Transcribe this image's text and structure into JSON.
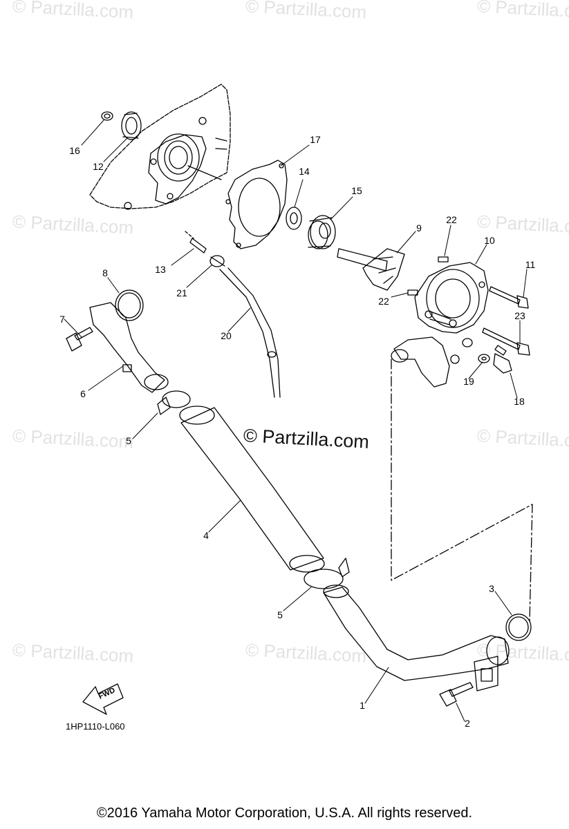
{
  "watermark": {
    "text": "© Partzilla.com",
    "main_text": "© Partzilla.com"
  },
  "callouts": [
    {
      "id": "16",
      "label": "16"
    },
    {
      "id": "12",
      "label": "12"
    },
    {
      "id": "17",
      "label": "17"
    },
    {
      "id": "14",
      "label": "14"
    },
    {
      "id": "15",
      "label": "15"
    },
    {
      "id": "9",
      "label": "9"
    },
    {
      "id": "22a",
      "label": "22"
    },
    {
      "id": "10",
      "label": "10"
    },
    {
      "id": "11",
      "label": "11"
    },
    {
      "id": "13",
      "label": "13"
    },
    {
      "id": "8",
      "label": "8"
    },
    {
      "id": "21",
      "label": "21"
    },
    {
      "id": "22b",
      "label": "22"
    },
    {
      "id": "23",
      "label": "23"
    },
    {
      "id": "7",
      "label": "7"
    },
    {
      "id": "20",
      "label": "20"
    },
    {
      "id": "6",
      "label": "6"
    },
    {
      "id": "19",
      "label": "19"
    },
    {
      "id": "18",
      "label": "18"
    },
    {
      "id": "5a",
      "label": "5"
    },
    {
      "id": "4",
      "label": "4"
    },
    {
      "id": "3",
      "label": "3"
    },
    {
      "id": "5b",
      "label": "5"
    },
    {
      "id": "1",
      "label": "1"
    },
    {
      "id": "2",
      "label": "2"
    }
  ],
  "fwd_label": "FWD",
  "diagram_code": "1HP1110-L060",
  "copyright": "©2016  Yamaha Motor Corporation, U.S.A. All rights reserved."
}
